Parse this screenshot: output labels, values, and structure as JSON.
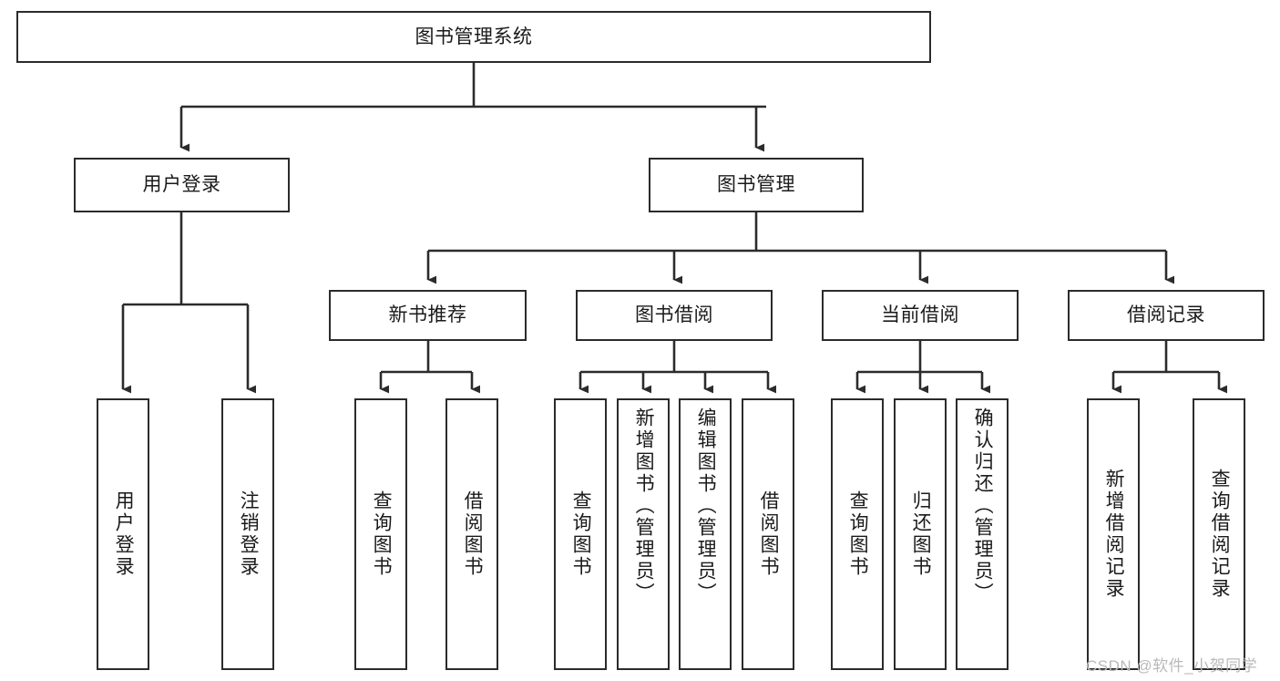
{
  "diagram": {
    "title": "图书管理系统",
    "type": "tree",
    "orientation": "top-down",
    "colors": {
      "stroke": "#2b2b2b",
      "fill": "#ffffff",
      "text": "#1a1a1a",
      "watermark": "#b9b9b9"
    },
    "root": {
      "label": "图书管理系统"
    },
    "level2": [
      {
        "label": "用户登录"
      },
      {
        "label": "图书管理"
      }
    ],
    "level3": [
      {
        "label": "新书推荐"
      },
      {
        "label": "图书借阅"
      },
      {
        "label": "当前借阅"
      },
      {
        "label": "借阅记录"
      }
    ],
    "leaves": {
      "user_login": [
        {
          "label": "用户登录"
        },
        {
          "label": "注销登录"
        }
      ],
      "new_book_recommend": [
        {
          "label": "查询图书"
        },
        {
          "label": "借阅图书"
        }
      ],
      "book_borrow": [
        {
          "label": "查询图书"
        },
        {
          "label": "新增图书（管理员）"
        },
        {
          "label": "编辑图书（管理员）"
        },
        {
          "label": "借阅图书"
        }
      ],
      "current_borrow": [
        {
          "label": "查询图书"
        },
        {
          "label": "归还图书"
        },
        {
          "label": "确认归还（管理员）"
        }
      ],
      "borrow_record": [
        {
          "label": "新增借阅记录"
        },
        {
          "label": "查询借阅记录"
        }
      ]
    }
  },
  "watermark": {
    "text": "CSDN @软件_小贺同学"
  }
}
